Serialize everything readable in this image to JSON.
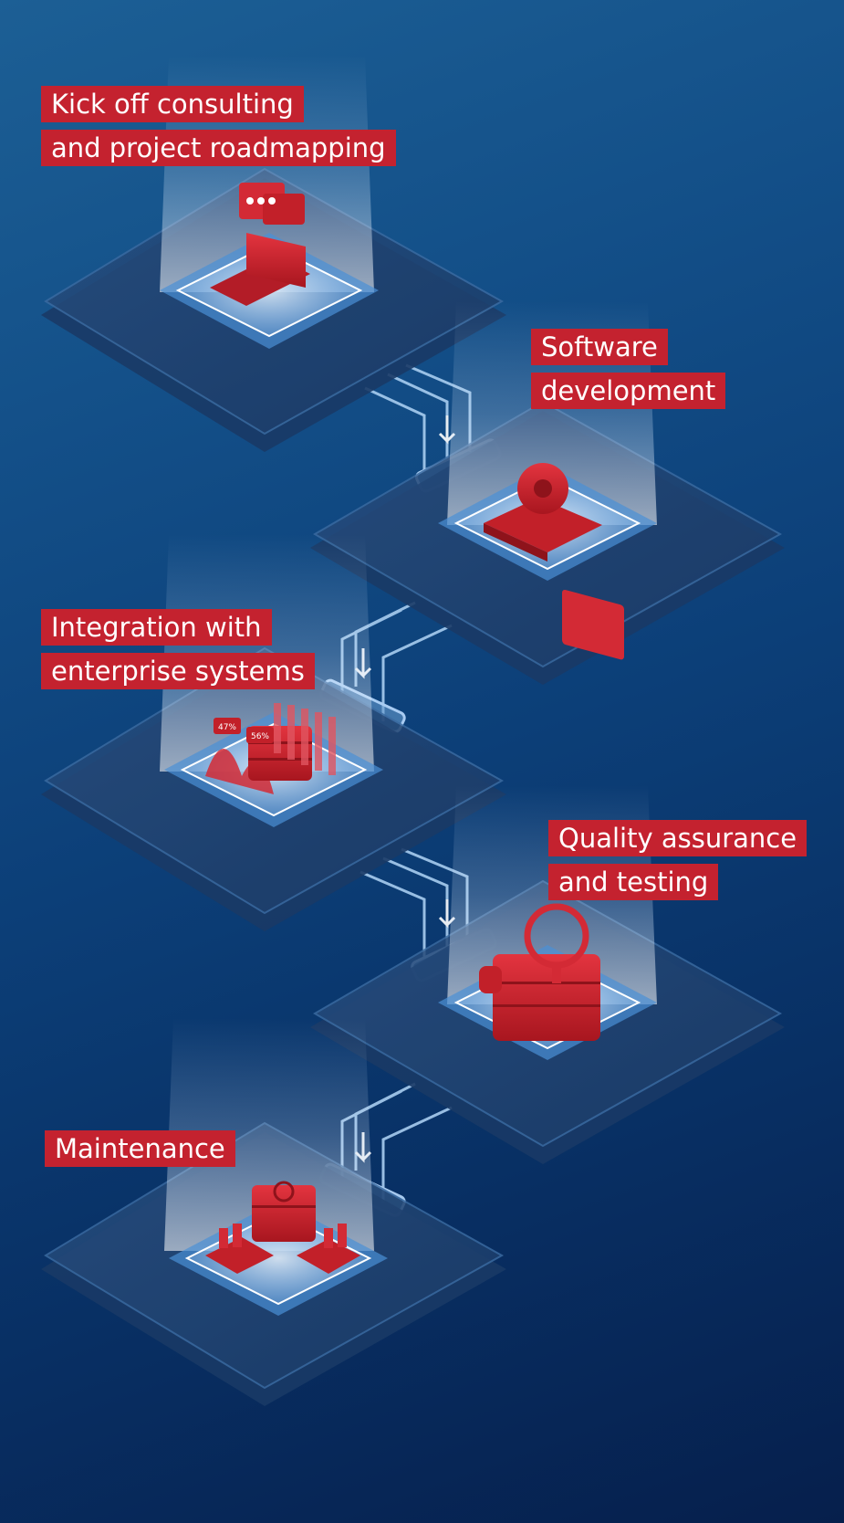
{
  "steps": [
    {
      "id": "kickoff",
      "lines": [
        "Kick off consulting",
        "and project roadmapping"
      ],
      "icon": "laptop-chat-icon"
    },
    {
      "id": "software",
      "lines": [
        "Software",
        "development"
      ],
      "icon": "gear-monitor-icon"
    },
    {
      "id": "integration",
      "lines": [
        "Integration with",
        "enterprise systems"
      ],
      "icon": "server-analytics-icon",
      "badges": [
        "47%",
        "56%"
      ]
    },
    {
      "id": "qa",
      "lines": [
        "Quality assurance",
        "and testing"
      ],
      "icon": "magnifier-server-icon"
    },
    {
      "id": "maintenance",
      "lines": [
        "Maintenance"
      ],
      "icon": "maintenance-server-icon"
    }
  ],
  "colors": {
    "accent": "#c4222f",
    "background_top": "#1c5f95",
    "background_bottom": "#061f4c",
    "platform": "#1b3d6b",
    "glow": "#e8f4ff"
  }
}
